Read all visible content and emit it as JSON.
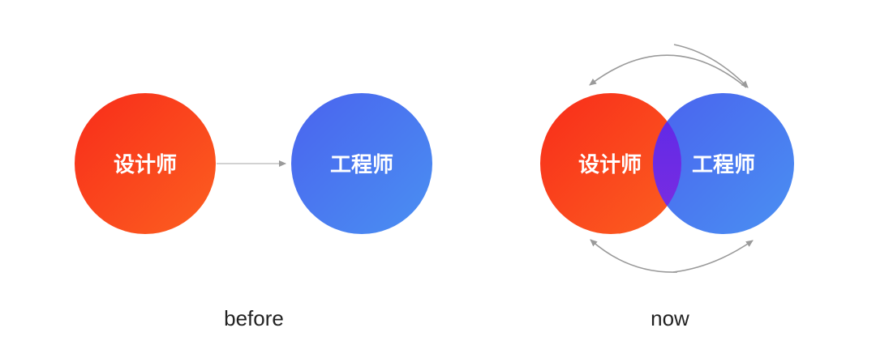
{
  "before": {
    "caption": "before",
    "designer_label": "设计师",
    "engineer_label": "工程师"
  },
  "now": {
    "caption": "now",
    "designer_label": "设计师",
    "engineer_label": "工程师"
  },
  "colors": {
    "red_start": "#f8331c",
    "red_end": "#fb5a1e",
    "blue_start": "#4868ef",
    "blue_end": "#4a8af2",
    "overlap": "#6a2de6",
    "arrow": "#9a9a9a"
  }
}
